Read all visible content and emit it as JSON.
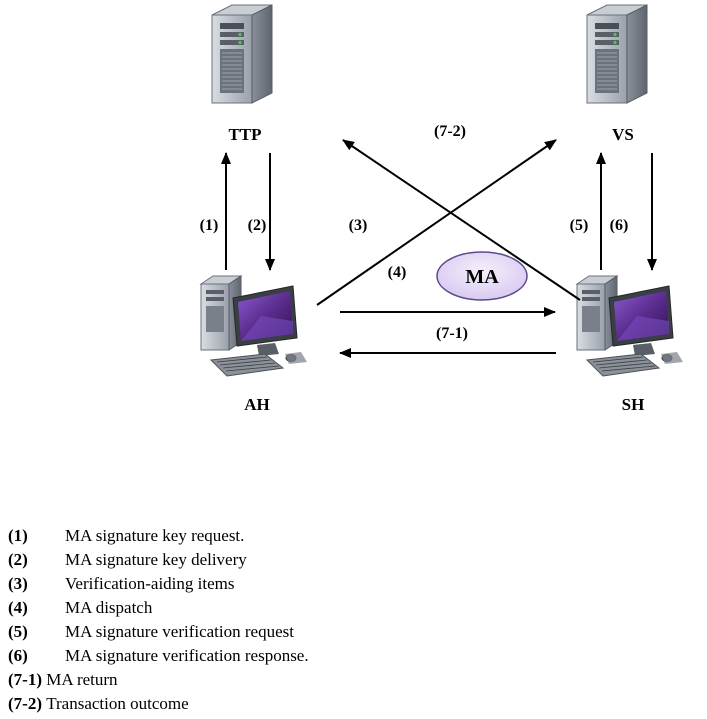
{
  "nodes": {
    "ttp": "TTP",
    "vs": "VS",
    "ah": "AH",
    "sh": "SH"
  },
  "agent": "MA",
  "steps": {
    "s1": "(1)",
    "s2": "(2)",
    "s3": "(3)",
    "s4": "(4)",
    "s5": "(5)",
    "s6": "(6)",
    "s71": "(7-1)",
    "s72": "(7-2)"
  },
  "legend": [
    {
      "code": "(1)",
      "text": "MA signature key request."
    },
    {
      "code": "(2)",
      "text": "MA signature key delivery"
    },
    {
      "code": "(3)",
      "text": "Verification-aiding items"
    },
    {
      "code": "(4)",
      "text": "MA dispatch"
    },
    {
      "code": "(5)",
      "text": "MA signature verification request"
    },
    {
      "code": "(6)",
      "text": "MA signature verification response."
    },
    {
      "code": "(7-1)",
      "text": "MA return"
    },
    {
      "code": "(7-2)",
      "text": "Transaction outcome"
    }
  ],
  "icons": {
    "ttp": "server-icon",
    "vs": "server-icon",
    "ah": "desktop-computer-icon",
    "sh": "desktop-computer-icon"
  },
  "colors": {
    "agent_fill": "#e6dcf6",
    "agent_stroke": "#5a4a8a",
    "screen": "#5b2d8e"
  }
}
